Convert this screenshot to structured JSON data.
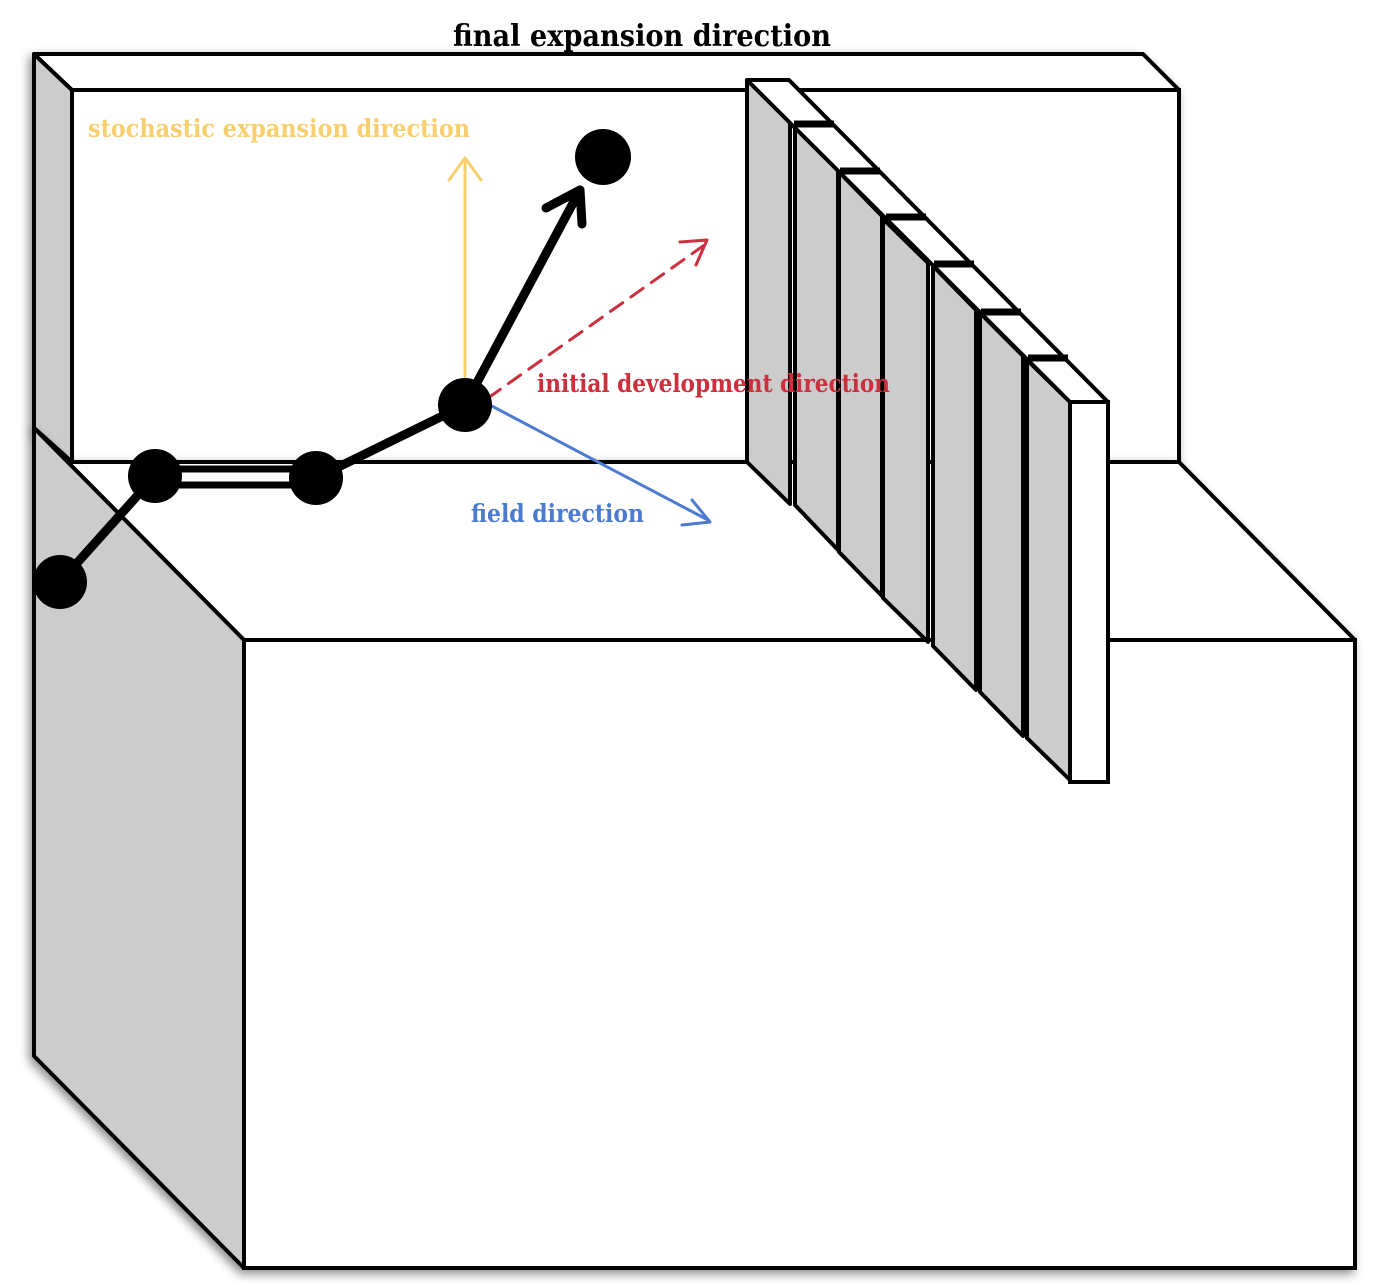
{
  "labels": {
    "title": "final expansion direction",
    "stochastic": "stochastic expansion direction",
    "initial": "initial development direction",
    "field": "field direction"
  },
  "colors": {
    "stochastic": "#f8cf6e",
    "initial": "#cc2f3d",
    "field": "#4c7bd0",
    "face_shade": "#cccccc",
    "outline": "#000000",
    "path": "#000000"
  }
}
